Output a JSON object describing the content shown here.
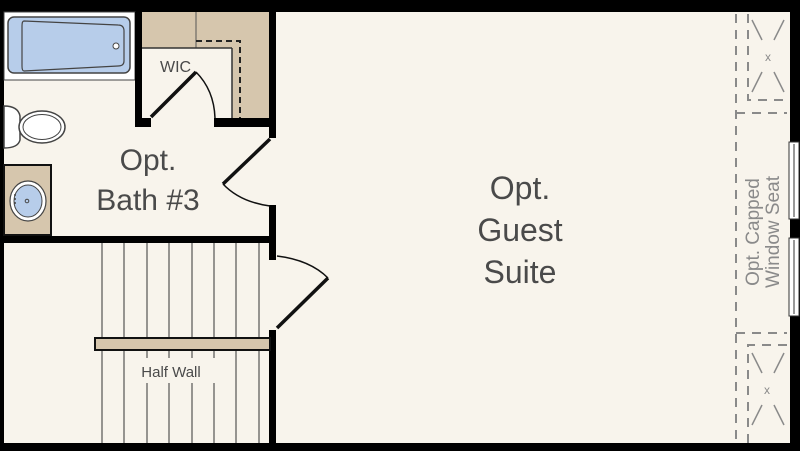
{
  "plan": {
    "rooms": {
      "bath": {
        "line1": "Opt.",
        "line2": "Bath #3"
      },
      "wic": "WIC",
      "guest": {
        "line1": "Opt.",
        "line2": "Guest",
        "line3": "Suite"
      },
      "window_seat": {
        "line1": "Opt. Capped",
        "line2": "Window Seat"
      },
      "half_wall": "Half Wall"
    },
    "colors": {
      "floor": "#f8f4ec",
      "wall": "#000000",
      "cabinet": "#d6c6ad",
      "fixture": "#b7cdea",
      "dashed": "#8a8a8a"
    }
  }
}
